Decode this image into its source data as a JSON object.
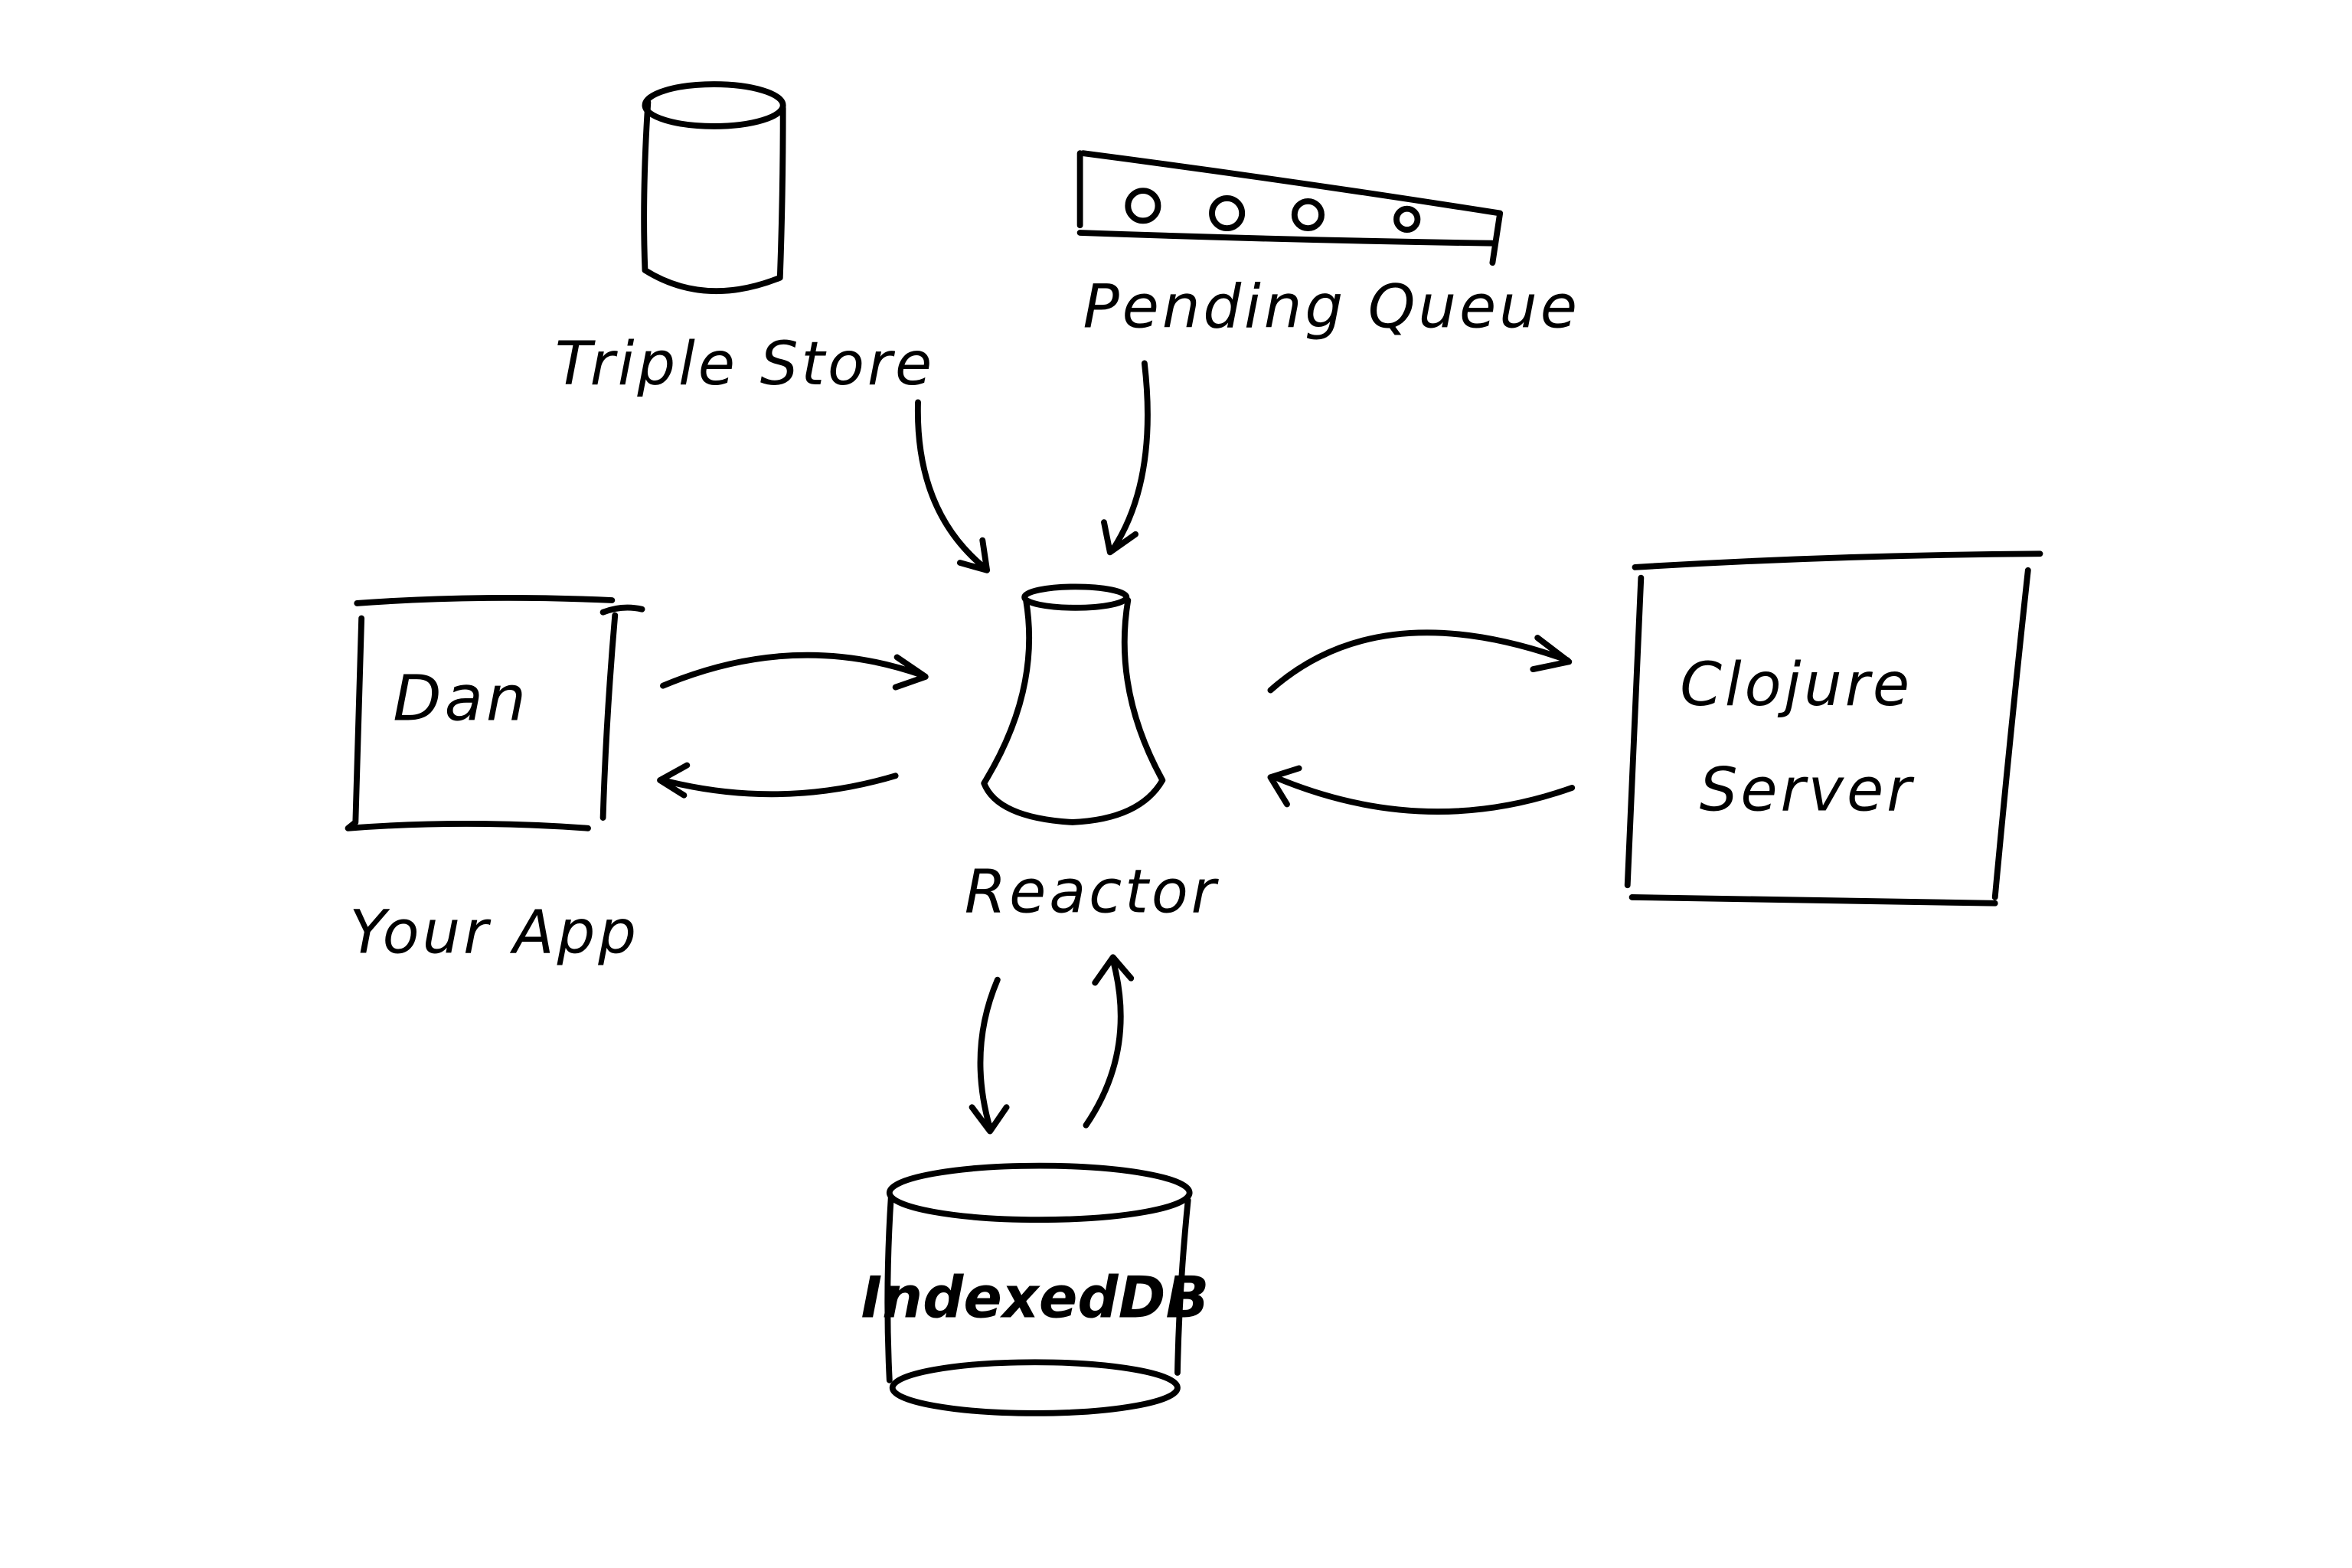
{
  "nodes": {
    "triple_store": {
      "label": "Triple Store",
      "icon": "cylinder-icon"
    },
    "pending_queue": {
      "label": "Pending Queue",
      "icon": "queue-icon"
    },
    "your_app": {
      "label": "Your App",
      "inner_text": "Dan",
      "icon": "window-icon"
    },
    "reactor": {
      "label": "Reactor",
      "icon": "cooling-tower-icon"
    },
    "clojure_server": {
      "label_line1": "Clojure",
      "label_line2": "Server"
    },
    "indexeddb": {
      "label": "IndexedDB",
      "icon": "cylinder-icon"
    }
  },
  "edges": [
    {
      "from": "Triple Store",
      "to": "Reactor"
    },
    {
      "from": "Pending Queue",
      "to": "Reactor"
    },
    {
      "from": "Your App",
      "to": "Reactor"
    },
    {
      "from": "Reactor",
      "to": "Your App"
    },
    {
      "from": "Reactor",
      "to": "Clojure Server"
    },
    {
      "from": "Clojure Server",
      "to": "Reactor"
    },
    {
      "from": "Reactor",
      "to": "IndexedDB"
    },
    {
      "from": "IndexedDB",
      "to": "Reactor"
    }
  ],
  "colors": {
    "ink": "#000000",
    "background": "#ffffff"
  }
}
